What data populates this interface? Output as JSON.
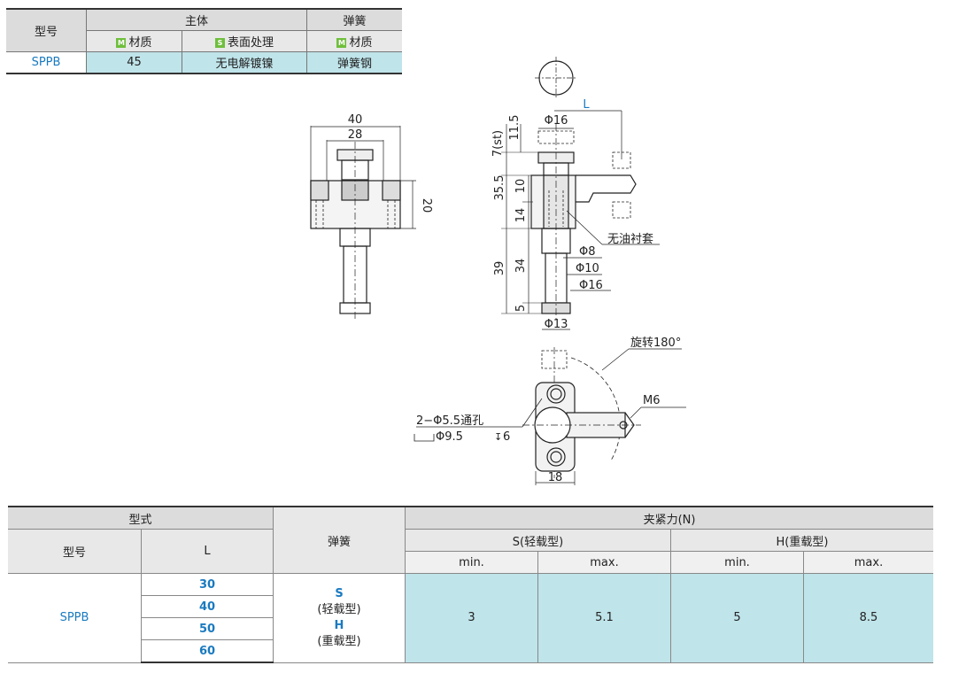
{
  "spec_table": {
    "model_header": "型号",
    "body_header": "主体",
    "spring_header": "弹簧",
    "material_label": "材质",
    "treatment_label": "表面处理",
    "badge_m": "M",
    "badge_s": "S",
    "row": {
      "model": "SPPB",
      "body_material": "45",
      "treatment": "无电解镀镍",
      "spring_material": "弹簧钢"
    }
  },
  "drawing": {
    "top_view": {
      "width_outer": "40",
      "width_inner": "28",
      "height": "20"
    },
    "side_view": {
      "dim_L": "L",
      "dim_11_5": "11.5",
      "dim_7st": "7(st)",
      "dim_phi16_top": "Φ16",
      "dim_35_5": "35.5",
      "dim_10": "10",
      "dim_14": "14",
      "dim_39": "39",
      "dim_34": "34",
      "dim_5": "5",
      "dim_phi8": "Φ8",
      "dim_phi10": "Φ10",
      "dim_phi16": "Φ16",
      "dim_phi13": "Φ13",
      "bushing_note": "无油衬套"
    },
    "plan_view": {
      "rotate_note": "旋转180°",
      "thread": "M6",
      "hole_note_1": "2−Φ5.5通孔",
      "hole_note_2": "Φ9.5",
      "hole_depth": "6",
      "width": "18"
    }
  },
  "clamp_table": {
    "type_header": "型式",
    "model_header": "型号",
    "l_header": "L",
    "spring_header": "弹簧",
    "force_header": "夹紧力(N)",
    "light_header": "S(轻载型)",
    "heavy_header": "H(重载型)",
    "min_label": "min.",
    "max_label": "max.",
    "model": "SPPB",
    "l_values": [
      "30",
      "40",
      "50",
      "60"
    ],
    "spring_s": "S",
    "spring_s_desc": "(轻载型)",
    "spring_h": "H",
    "spring_h_desc": "(重载型)",
    "light_min": "3",
    "light_max": "5.1",
    "heavy_min": "5",
    "heavy_max": "8.5"
  }
}
